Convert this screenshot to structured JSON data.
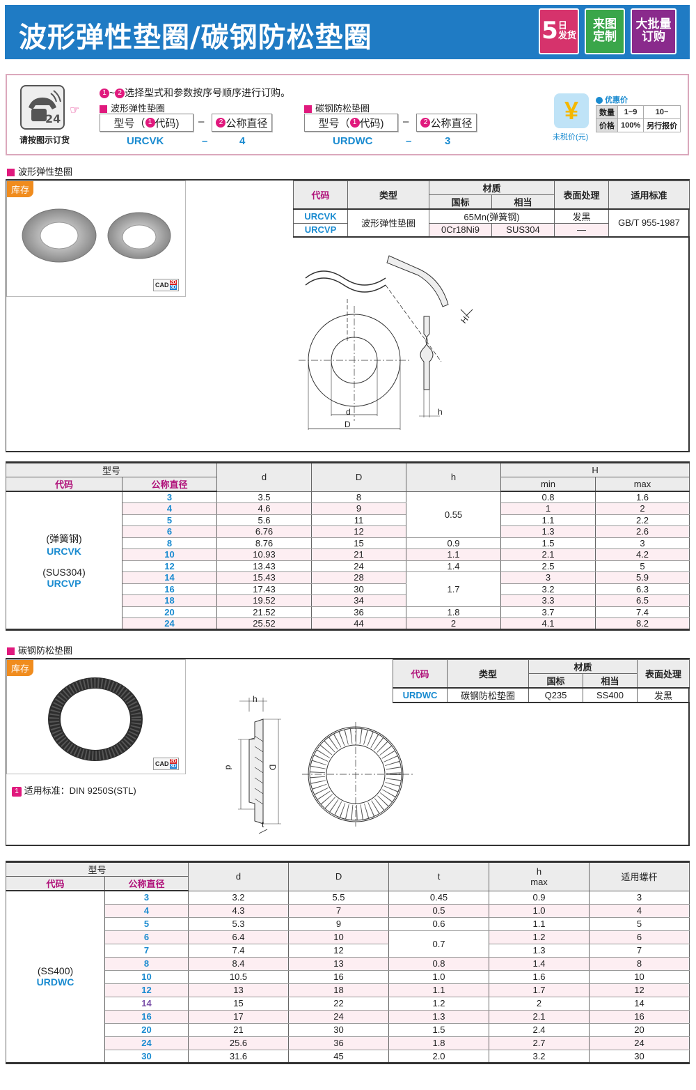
{
  "header": {
    "title": "波形弹性垫圈/碳钢防松垫圈",
    "badges": [
      {
        "big": "5",
        "line1": "日",
        "line2": "发货"
      },
      {
        "line1": "来图",
        "line2": "定制"
      },
      {
        "line1": "大批量",
        "line2": "订购"
      }
    ]
  },
  "order": {
    "phone_caption": "请按图示订货",
    "instruction": "选择型式和参数按序号顺序进行订购。",
    "num1": "1",
    "num2": "2",
    "tilde": "~",
    "groups": [
      {
        "title": "波形弹性垫圈",
        "field1": "型号（",
        "field1_code": "代码)",
        "field2": "公称直径",
        "dash": "–",
        "example_code": "URCVK",
        "example_size": "4"
      },
      {
        "title": "碳钢防松垫圈",
        "field1": "型号（",
        "field1_code": "代码)",
        "field2": "公称直径",
        "dash": "–",
        "example_code": "URDWC",
        "example_size": "3"
      }
    ],
    "price": {
      "caption": "未税价(元)",
      "title": "优惠价",
      "qty_label": "数量",
      "qty1": "1~9",
      "qty2": "10~",
      "price_label": "价格",
      "price1": "100%",
      "price2": "另行报价"
    }
  },
  "section1": {
    "label": "波形弹性垫圈",
    "stock": "库存",
    "cad": "CAD",
    "cad2d": "2D",
    "cad3d": "3D",
    "spec": {
      "h_code": "代码",
      "h_type": "类型",
      "h_material": "材质",
      "h_gb": "国标",
      "h_eq": "相当",
      "h_surface": "表面处理",
      "h_std": "适用标准",
      "code1": "URCVK",
      "code2": "URCVP",
      "type": "波形弹性垫圈",
      "mat1": "65Mn(弹簧钢)",
      "gb2": "0Cr18Ni9",
      "eq2": "SUS304",
      "surf1": "发黑",
      "surf2": "—",
      "std": "GB/T 955-1987"
    },
    "dim_labels": {
      "d": "d",
      "D": "D",
      "h": "h",
      "H": "H"
    }
  },
  "table1": {
    "h_model": "型号",
    "h_code": "代码",
    "h_size": "公称直径",
    "h_d": "d",
    "h_D": "D",
    "h_h": "h",
    "h_H": "H",
    "h_min": "min",
    "h_max": "max",
    "code_lines": [
      "(弹簧钢)",
      "URCVK",
      "(SUS304)",
      "URCVP"
    ],
    "rows": [
      [
        "3",
        "3.5",
        "8",
        "0.55",
        "0.8",
        "1.6"
      ],
      [
        "4",
        "4.6",
        "9",
        null,
        "1",
        "2"
      ],
      [
        "5",
        "5.6",
        "11",
        null,
        "1.1",
        "2.2"
      ],
      [
        "6",
        "6.76",
        "12",
        null,
        "1.3",
        "2.6"
      ],
      [
        "8",
        "8.76",
        "15",
        "0.9",
        "1.5",
        "3"
      ],
      [
        "10",
        "10.93",
        "21",
        "1.1",
        "2.1",
        "4.2"
      ],
      [
        "12",
        "13.43",
        "24",
        "1.4",
        "2.5",
        "5"
      ],
      [
        "14",
        "15.43",
        "28",
        "1.7",
        "3",
        "5.9"
      ],
      [
        "16",
        "17.43",
        "30",
        null,
        "3.2",
        "6.3"
      ],
      [
        "18",
        "19.52",
        "34",
        null,
        "3.3",
        "6.5"
      ],
      [
        "20",
        "21.52",
        "36",
        "1.8",
        "3.7",
        "7.4"
      ],
      [
        "24",
        "25.52",
        "44",
        "2",
        "4.1",
        "8.2"
      ]
    ]
  },
  "section2": {
    "label": "碳钢防松垫圈",
    "stock": "库存",
    "cad": "CAD",
    "cad2d": "2D",
    "cad3d": "3D",
    "note_num": "1",
    "note": "适用标准：DIN  9250S(STL)",
    "spec": {
      "h_code": "代码",
      "h_type": "类型",
      "h_material": "材质",
      "h_gb": "国标",
      "h_eq": "相当",
      "h_surface": "表面处理",
      "code": "URDWC",
      "type": "碳钢防松垫圈",
      "gb": "Q235",
      "eq": "SS400",
      "surf": "发黑"
    },
    "dim_labels": {
      "h": "h",
      "d": "d",
      "D": "D",
      "t": "t"
    }
  },
  "table2": {
    "h_model": "型号",
    "h_code": "代码",
    "h_size": "公称直径",
    "h_d": "d",
    "h_D": "D",
    "h_t": "t",
    "h_h": "h",
    "h_hmax": "max",
    "h_bolt": "适用螺杆",
    "code_lines": [
      "(SS400)",
      "URDWC"
    ],
    "rows": [
      [
        "3",
        "3.2",
        "5.5",
        "0.45",
        "0.9",
        "3"
      ],
      [
        "4",
        "4.3",
        "7",
        "0.5",
        "1.0",
        "4"
      ],
      [
        "5",
        "5.3",
        "9",
        "0.6",
        "1.1",
        "5"
      ],
      [
        "6",
        "6.4",
        "10",
        "0.7",
        "1.2",
        "6"
      ],
      [
        "7",
        "7.4",
        "12",
        null,
        "1.3",
        "7"
      ],
      [
        "8",
        "8.4",
        "13",
        "0.8",
        "1.4",
        "8"
      ],
      [
        "10",
        "10.5",
        "16",
        "1.0",
        "1.6",
        "10"
      ],
      [
        "12",
        "13",
        "18",
        "1.1",
        "1.7",
        "12"
      ],
      [
        "14",
        "15",
        "22",
        "1.2",
        "2",
        "14"
      ],
      [
        "16",
        "17",
        "24",
        "1.3",
        "2.1",
        "16"
      ],
      [
        "20",
        "21",
        "30",
        "1.5",
        "2.4",
        "20"
      ],
      [
        "24",
        "25.6",
        "36",
        "1.8",
        "2.7",
        "24"
      ],
      [
        "30",
        "31.6",
        "45",
        "2.0",
        "3.2",
        "30"
      ]
    ]
  },
  "colors": {
    "header": "#1f7bc4",
    "accent_pink": "#e0197d",
    "code_blue": "#1a8bd0",
    "code_magenta": "#b0127a",
    "stock_orange": "#f08c1e"
  }
}
